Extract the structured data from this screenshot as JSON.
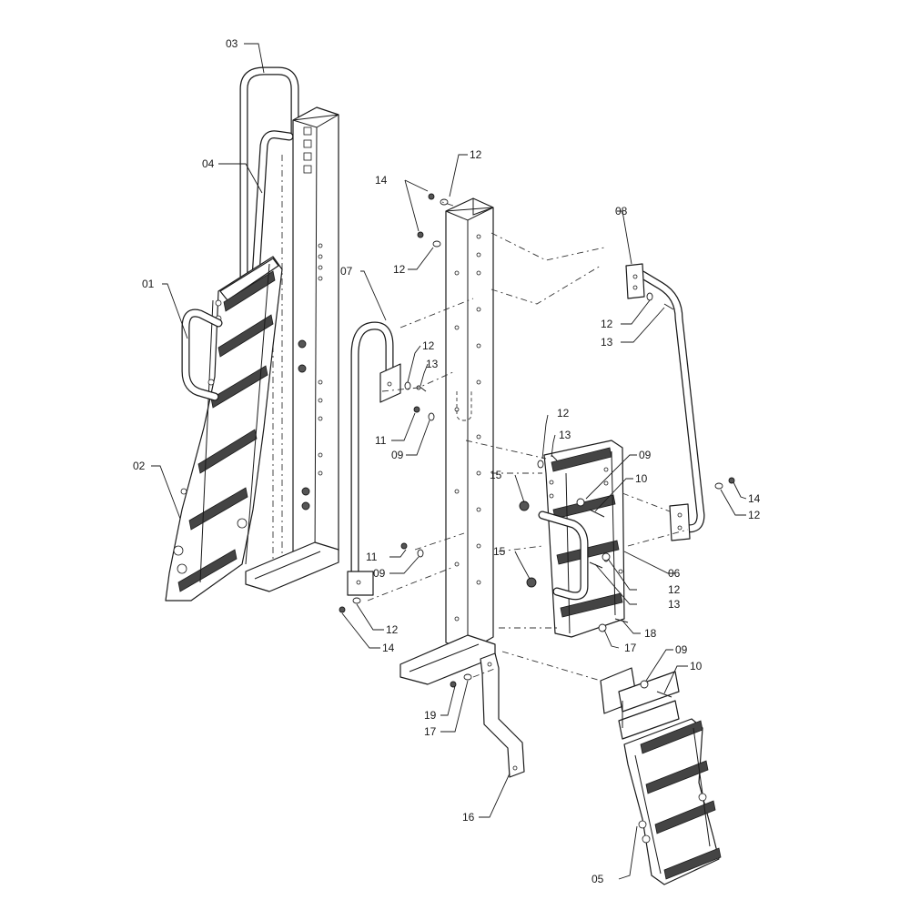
{
  "callouts": {
    "c01": "01",
    "c02": "02",
    "c03": "03",
    "c04": "04",
    "c05": "05",
    "c06": "06",
    "c07": "07",
    "c08": "08",
    "c09a": "09",
    "c09b": "09",
    "c09c": "09",
    "c09d": "09",
    "c10a": "10",
    "c10b": "10",
    "c11a": "11",
    "c11b": "11",
    "c12a": "12",
    "c12b": "12",
    "c12c": "12",
    "c12d": "12",
    "c12e": "12",
    "c12f": "12",
    "c12g": "12",
    "c12h": "12",
    "c13a": "13",
    "c13b": "13",
    "c13c": "13",
    "c13d": "13",
    "c14a": "14",
    "c14b": "14",
    "c14c": "14",
    "c15a": "15",
    "c15b": "15",
    "c16": "16",
    "c17a": "17",
    "c17b": "17",
    "c18": "18",
    "c19": "19"
  }
}
